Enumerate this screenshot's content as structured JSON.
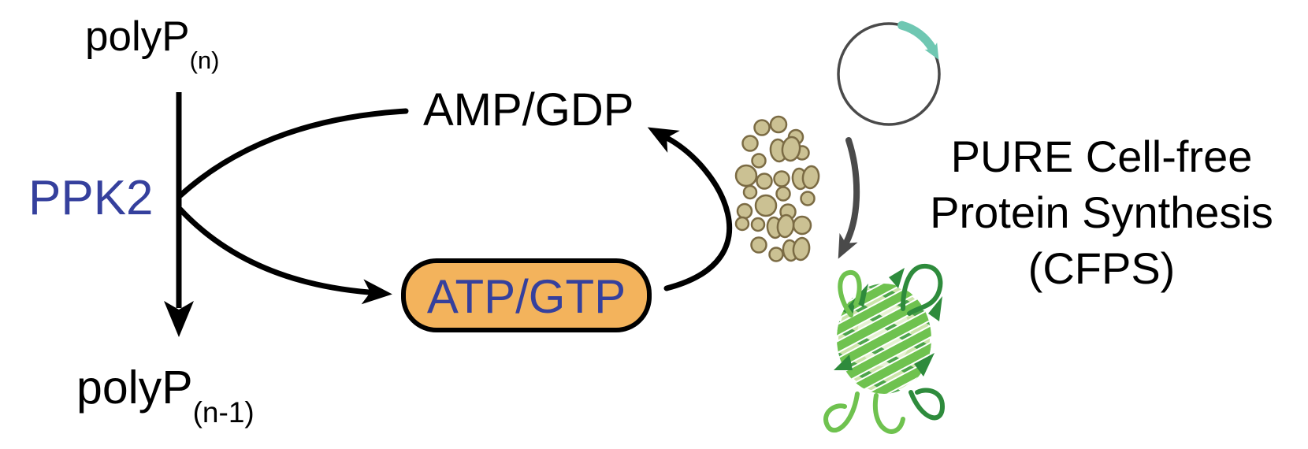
{
  "figure": {
    "labels": {
      "substrate": "polyP",
      "substrate_sub": "(n)",
      "product": "polyP",
      "product_sub": "(n-1)",
      "enzyme": "PPK2",
      "spent_nucleotides": "AMP/GDP",
      "regenerated_nucleotides": "ATP/GTP"
    },
    "cfps_caption": [
      "PURE Cell-free",
      "Protein Synthesis",
      "(CFPS)"
    ],
    "icons": {
      "plasmid": "plasmid-circle-with-insert-arrow",
      "ribosomes": "ribosome-cluster",
      "gfp": "gfp-beta-barrel-protein"
    },
    "colors": {
      "text_black": "#000000",
      "enzyme_blue": "#35409D",
      "atp_box_orange": "#F3B35C",
      "atp_box_border": "#000000",
      "arrow_black": "#000000",
      "expression_arrow_gray": "#4A4A4A",
      "plasmid_ring_gray": "#4A4A4A",
      "plasmid_insert_teal": "#6FC7B2",
      "ribosome_tan": "#CBC193",
      "ribosome_outline": "#7B6B44",
      "gfp_light_green": "#6FC24F",
      "gfp_dark_green": "#2E8B3C",
      "gfp_halo_green": "#CBE4A9"
    }
  }
}
